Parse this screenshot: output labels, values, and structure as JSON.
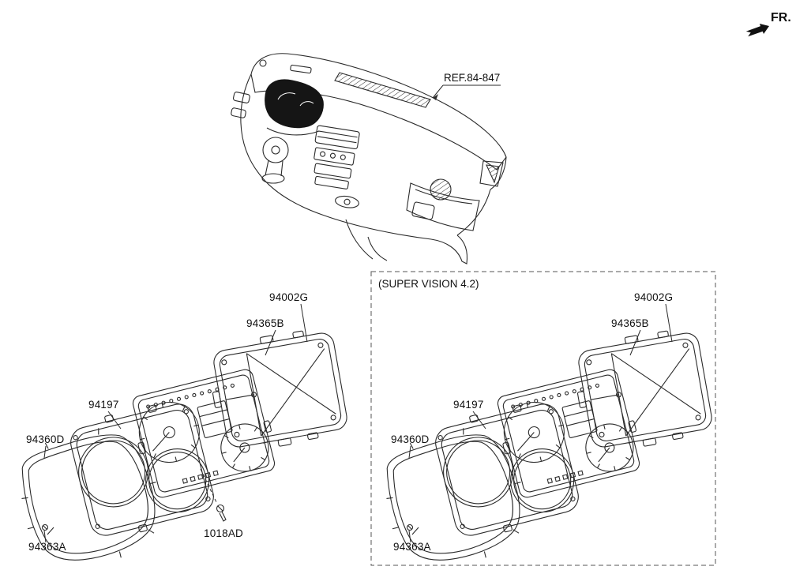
{
  "page": {
    "fr_label": "FR.",
    "ref_label": "REF.84-847",
    "background": "#ffffff",
    "line_color": "#2b2b2b"
  },
  "standard_cluster": {
    "labels": {
      "assembly": "94002G",
      "back_cover": "94365B",
      "housing": "94197",
      "front_lens": "94360D",
      "screw": "94363A",
      "bolt": "1018AD"
    }
  },
  "super_vision_cluster": {
    "title": "(SUPER VISION 4.2)",
    "labels": {
      "assembly": "94002G",
      "back_cover": "94365B",
      "housing": "94197",
      "front_lens": "94360D",
      "screw": "94363A"
    }
  }
}
